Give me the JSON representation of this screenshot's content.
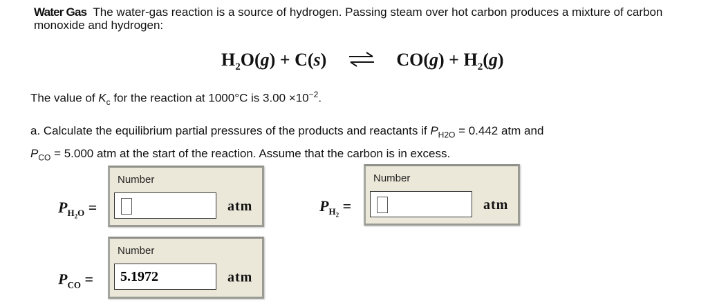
{
  "intro": {
    "title": "Water Gas",
    "text": "The water-gas reaction is a source of hydrogen. Passing steam over hot carbon produces a mixture of carbon monoxide and hydrogen:"
  },
  "equation": {
    "reactant1": "H",
    "reactant1_sub": "2",
    "reactant1_rest": "O(",
    "reactant1_state": "g",
    "plus1": ") + C(",
    "reactant2_state": "s",
    "close1": ")",
    "product1": "CO(",
    "product1_state": "g",
    "plus2": ") + H",
    "product2_sub": "2",
    "product2_open": "(",
    "product2_state": "g",
    "close2": ")",
    "arrow_icon": "equilibrium-arrows"
  },
  "kc_statement": {
    "pre": "The value of ",
    "k": "K",
    "k_sub": "c",
    "mid": " for the reaction at 1000°C is 3.00 ×10",
    "exp": "−2",
    "end": "."
  },
  "part_a": {
    "line1_pre": "a. Calculate the equilibrium partial pressures of the products and reactants if ",
    "p": "P",
    "h2o_sub": "H2O",
    "line1_post": " = 0.442 atm and",
    "co_sub": "CO",
    "line2_post": " = 5.000 atm at the start of the reaction. Assume that the carbon is in excess."
  },
  "answers": [
    {
      "label_p": "P",
      "label_sub": "H",
      "label_sub2": "2",
      "label_sub3": "O",
      "eq": " =",
      "caption": "Number",
      "value": "",
      "unit": "atm"
    },
    {
      "label_p": "P",
      "label_sub": "H",
      "label_sub2": "2",
      "eq": " =",
      "caption": "Number",
      "value": "",
      "unit": "atm"
    },
    {
      "label_p": "P",
      "label_sub": "CO",
      "eq": " =",
      "caption": "Number",
      "value": "5.1972",
      "unit": "atm"
    }
  ]
}
